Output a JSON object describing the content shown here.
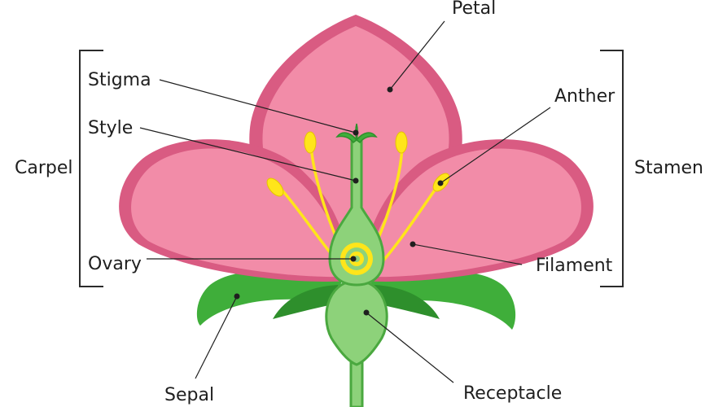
{
  "labels": {
    "petal": "Petal",
    "stigma": "Stigma",
    "style": "Style",
    "anther": "Anther",
    "carpel": "Carpel",
    "stamen": "Stamen",
    "ovary": "Ovary",
    "filament": "Filament",
    "sepal": "Sepal",
    "receptacle": "Receptacle"
  },
  "colors": {
    "petal_fill": "#f28ca8",
    "petal_border": "#d95b82",
    "sepal": "#3fae3a",
    "sepal_dark": "#2e8f2c",
    "pistil": "#8dd27a",
    "pistil_edge": "#4aa83f",
    "stamen": "#ffe51a",
    "line": "#1f1f1f"
  }
}
